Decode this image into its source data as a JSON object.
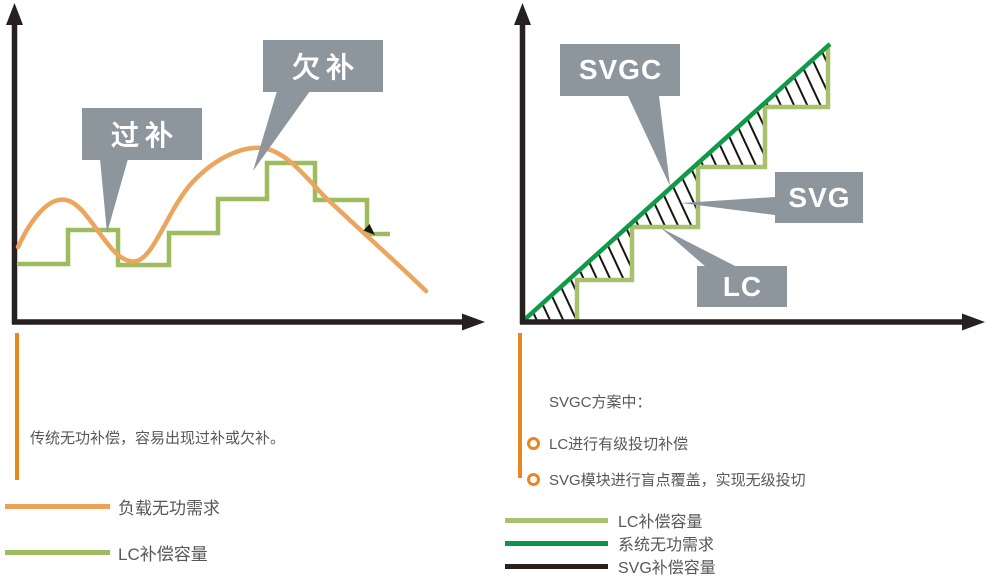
{
  "figure": {
    "type": "conceptual-diagram",
    "topic_left": "traditional reactive power compensation (LC steps vs load curve)",
    "topic_right": "SVGC scheme (LC steps + SVG filling gaps up to system demand line)"
  },
  "colors": {
    "axis": "#262021",
    "load_curve_orange": "#ECA55E",
    "lc_step_green_left": "#9CBC5F",
    "lc_step_green_right": "#A9C06E",
    "system_demand_green": "#0F9A48",
    "svg_black": "#2A211B",
    "callout_gray": "#8E969D",
    "accent_orange": "#E8871E",
    "text_gray": "#595757"
  },
  "panels": {
    "left": {
      "callouts": {
        "over": "过补",
        "under": "欠补"
      },
      "caption": "传统无功补偿，容易出现过补或欠补。",
      "legend": [
        {
          "label": "负载无功需求",
          "color": "#ECA058"
        },
        {
          "label": "LC补偿容量",
          "color": "#9CBC5F"
        }
      ]
    },
    "right": {
      "callouts": {
        "svgc": "SVGC",
        "svg": "SVG",
        "lc": "LC"
      },
      "heading": "SVGC方案中：",
      "bullets": [
        "LC进行有级投切补偿",
        "SVG模块进行盲点覆盖，实现无级投切"
      ],
      "legend": [
        {
          "label": "LC补偿容量",
          "color": "#A9C06E"
        },
        {
          "label": "系统无功需求",
          "color": "#0E9448"
        },
        {
          "label": "SVG补偿容量",
          "color": "#2A211B"
        }
      ]
    }
  }
}
